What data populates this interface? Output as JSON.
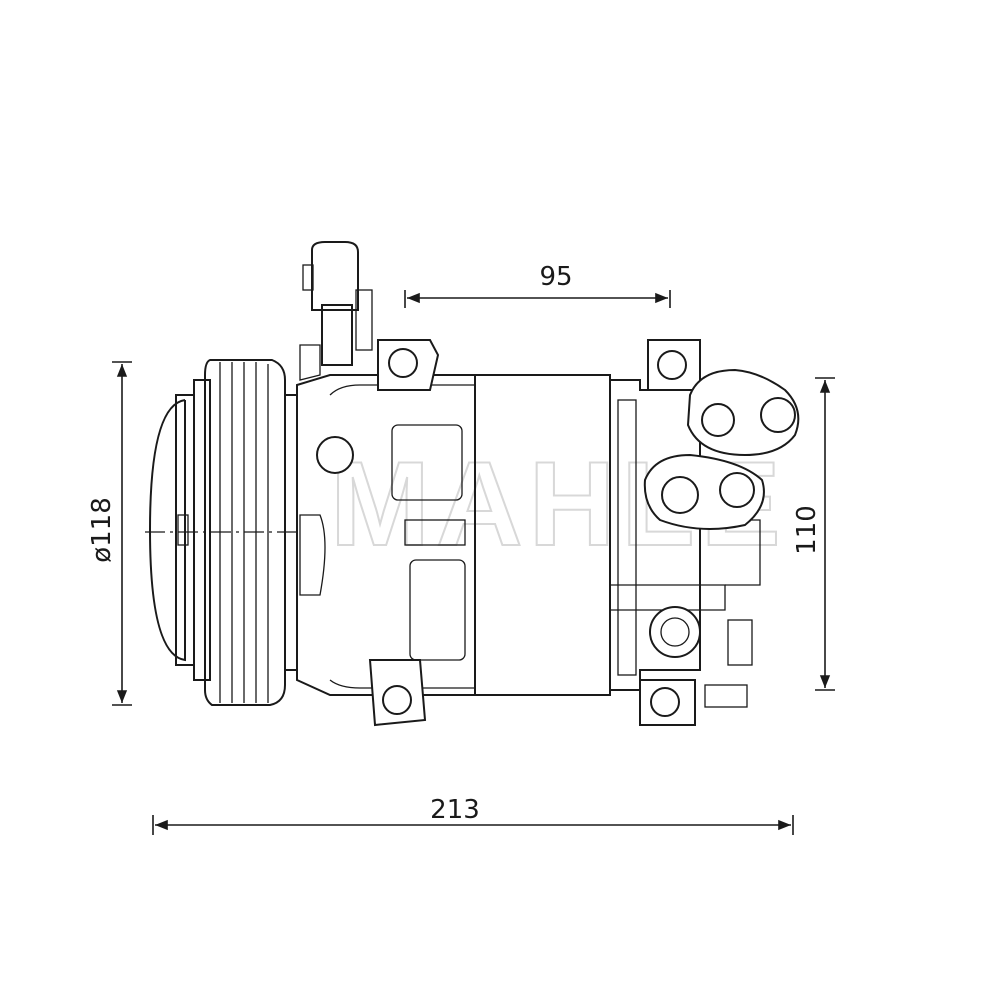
{
  "drawing": {
    "subject": "compressor",
    "watermark": "MAHLE",
    "dimensions": {
      "top_width": "95",
      "pulley_diameter": "ø118",
      "right_height": "110",
      "overall_length": "213"
    }
  }
}
